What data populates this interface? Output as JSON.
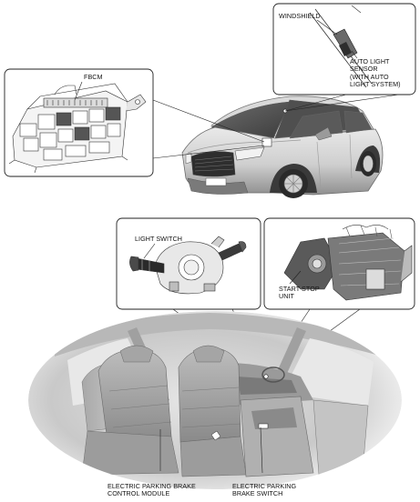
{
  "labels": {
    "windshield": "WINDSHIELD",
    "auto_light_sensor": "AUTO LIGHT\nSENSOR\n(WITH AUTO\nLIGHT SYSTEM)",
    "fbcm": "FBCM",
    "light_switch": "LIGHT SWITCH",
    "start_stop_unit": "START STOP\nUNIT",
    "epb_control_module": "ELECTRIC PARKING BRAKE\nCONTROL MODULE",
    "epb_switch": "ELECTRIC PARKING\nBRAKE SWITCH"
  }
}
